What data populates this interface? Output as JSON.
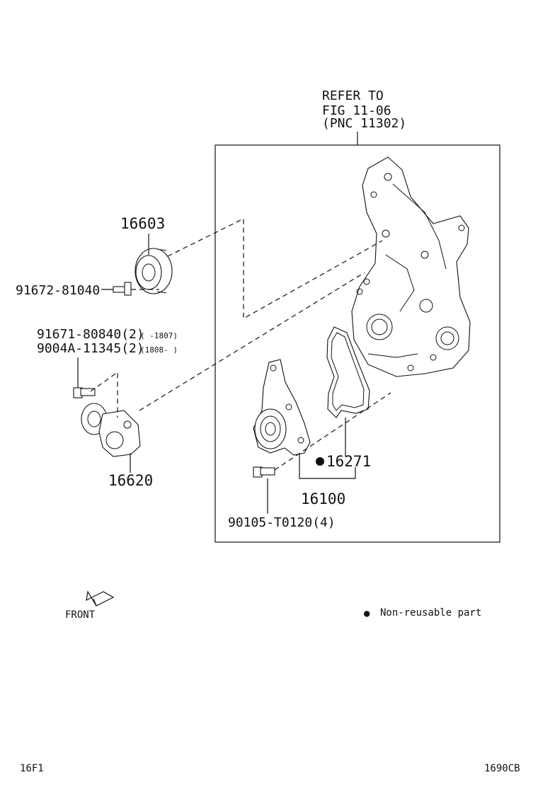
{
  "refer": {
    "line1": "REFER TO",
    "line2": "FIG 11-06",
    "line3": "(PNC 11302)"
  },
  "parts": {
    "p16603": "16603",
    "p91672": "91672-81040",
    "p91671": "91671-80840(2)",
    "p91671_range": "(     -1807)",
    "p9004a": "9004A-11345(2)",
    "p9004a_range": "(1808-      )",
    "p16620": "16620",
    "p16271": "16271",
    "p16100": "16100",
    "p90105": "90105-T0120(4)"
  },
  "front_label": "FRONT",
  "legend": {
    "bullet": "●",
    "text": "Non-reusable part"
  },
  "footer": {
    "left": "16F1",
    "right": "1690CB"
  }
}
